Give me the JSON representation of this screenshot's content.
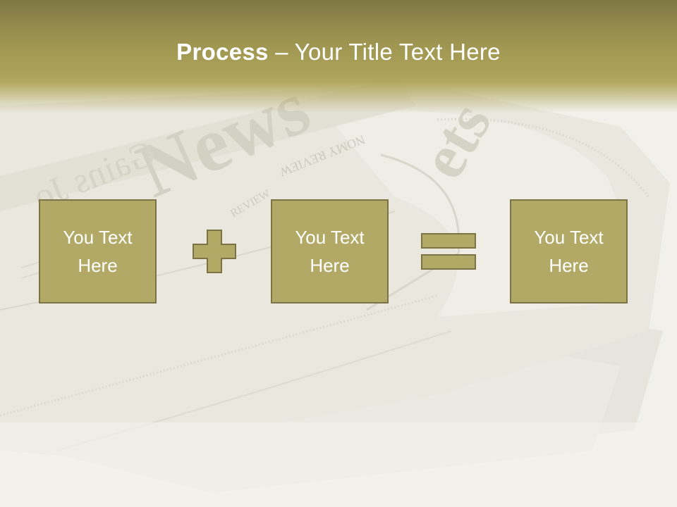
{
  "slide": {
    "title_bold": "Process",
    "title_rest": " – Your Title Text Here",
    "box1_text": "You Text Here",
    "box2_text": "You Text Here",
    "box3_text": "You Text Here"
  },
  "background": {
    "masthead_1": "News",
    "masthead_2": "Gains Jo",
    "masthead_3": "ets",
    "review_text": "NOMY REVIEW",
    "review_text_2": "REVIEW"
  },
  "colors": {
    "header_dark": "#7f7845",
    "header_light": "#b0a65c",
    "box_fill": "#b3a967",
    "box_border": "#7c7444",
    "text": "#ffffff"
  }
}
